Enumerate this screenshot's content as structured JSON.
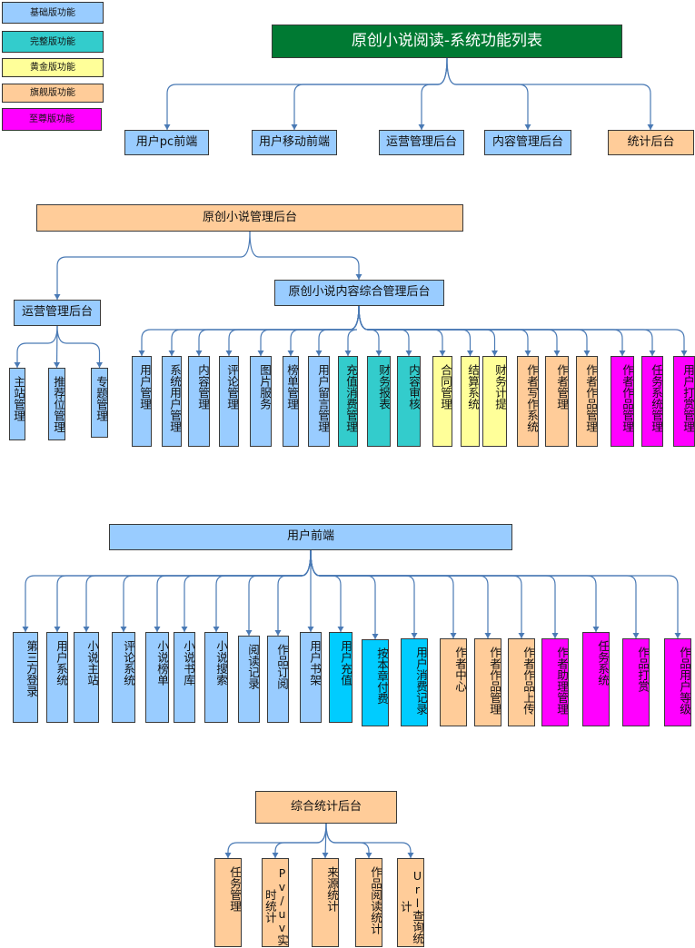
{
  "colors": {
    "basic": "#99ccff",
    "complete": "#33cccc",
    "gold": "#ffff99",
    "flagship": "#ffcc99",
    "supreme": "#ff00ff",
    "green": "#007a33",
    "cyan": "#00ccff",
    "line": "#4a7ab5"
  },
  "legend": {
    "basic": "基础版功能",
    "complete": "完整版功能",
    "gold": "黄金版功能",
    "flagship": "旗舰版功能",
    "supreme": "至尊版功能"
  },
  "top": {
    "title": "原创小说阅读-系统功能列表",
    "items": [
      "用户pc前端",
      "用户移动前端",
      "运营管理后台",
      "内容管理后台",
      "统计后台"
    ]
  },
  "admin": {
    "title": "原创小说管理后台",
    "ops": {
      "title": "运营管理后台",
      "items": [
        "主站管理",
        "推荐位管理",
        "专题管理"
      ]
    },
    "content": {
      "title": "原创小说内容综合管理后台",
      "items": [
        "用户管理",
        "系统用户管理",
        "内容管理",
        "评论管理",
        "图片服务",
        "榜单管理",
        "用户留言管理",
        "充值消费管理",
        "财务报表",
        "内容审核",
        "合同管理",
        "结算系统",
        "财务计提",
        "作者写作系统",
        "作者管理",
        "作者作品管理",
        "作者作品管理",
        "任务系统管理",
        "用户打赏管理"
      ]
    }
  },
  "frontend": {
    "title": "用户前端",
    "items": [
      "第三方登录",
      "用户系统",
      "小说主站",
      "评论系统",
      "小说榜单",
      "小说书库",
      "小说搜索",
      "阅读记录",
      "作品订阅",
      "用户书架",
      "用户充值",
      "按本章付费",
      "用户消费记录",
      "作者中心",
      "作者作品管理",
      "作者作品上传",
      "作者助理管理",
      "任务系统",
      "作品打赏",
      "作品用户等级"
    ]
  },
  "stats": {
    "title": "综合统计后台",
    "items": [
      "任务管理",
      "Pv/uv实时统计",
      "来源统计",
      "作品阅读统计",
      "Url查询统计"
    ]
  }
}
